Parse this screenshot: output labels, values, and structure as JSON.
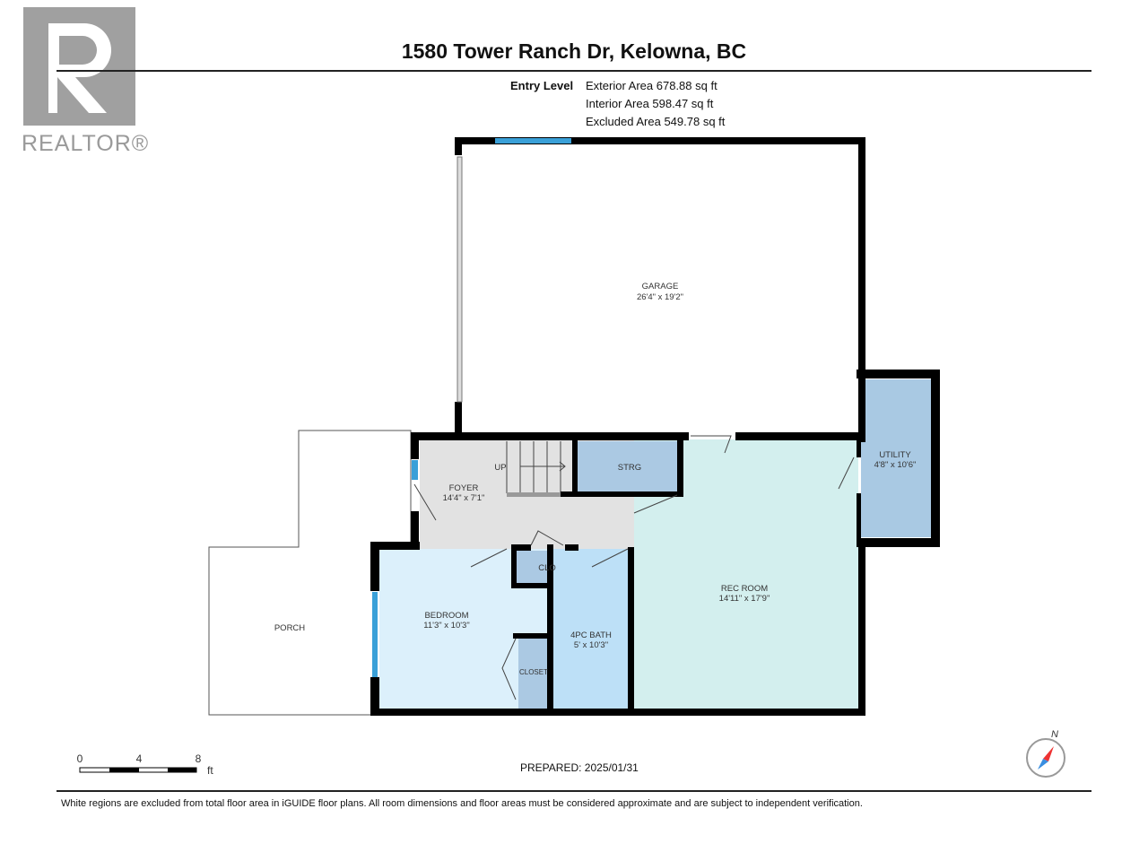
{
  "logo": {
    "text": "REALTOR®"
  },
  "header": {
    "title": "1580 Tower Ranch Dr, Kelowna, BC"
  },
  "level": {
    "name": "Entry Level",
    "exterior": "Exterior Area 678.88 sq ft",
    "interior": "Interior Area 598.47 sq ft",
    "excluded": "Excluded Area 549.78 sq ft"
  },
  "rooms": {
    "garage": {
      "name": "GARAGE",
      "dims": "26'4\" x 19'2\""
    },
    "utility": {
      "name": "UTILITY",
      "dims": "4'8\" x 10'6\""
    },
    "foyer": {
      "name": "FOYER",
      "dims": "14'4\" x 7'1\""
    },
    "strg": {
      "name": "STRG"
    },
    "up": "UP",
    "rec": {
      "name": "REC ROOM",
      "dims": "14'11\" x 17'9\""
    },
    "clo": {
      "name": "CLO"
    },
    "bedroom": {
      "name": "BEDROOM",
      "dims": "11'3\" x 10'3\""
    },
    "bath": {
      "name": "4PC BATH",
      "dims": "5' x 10'3\""
    },
    "closet": {
      "name": "CLOSET"
    },
    "porch": {
      "name": "PORCH"
    }
  },
  "scale": {
    "t0": "0",
    "t4": "4",
    "t8": "8",
    "unit": "ft"
  },
  "prepared": "PREPARED: 2025/01/31",
  "compass": "N",
  "footer": "White regions are excluded from total floor area in iGUIDE floor plans. All room dimensions and floor areas must be considered approximate and are subject to independent verification."
}
